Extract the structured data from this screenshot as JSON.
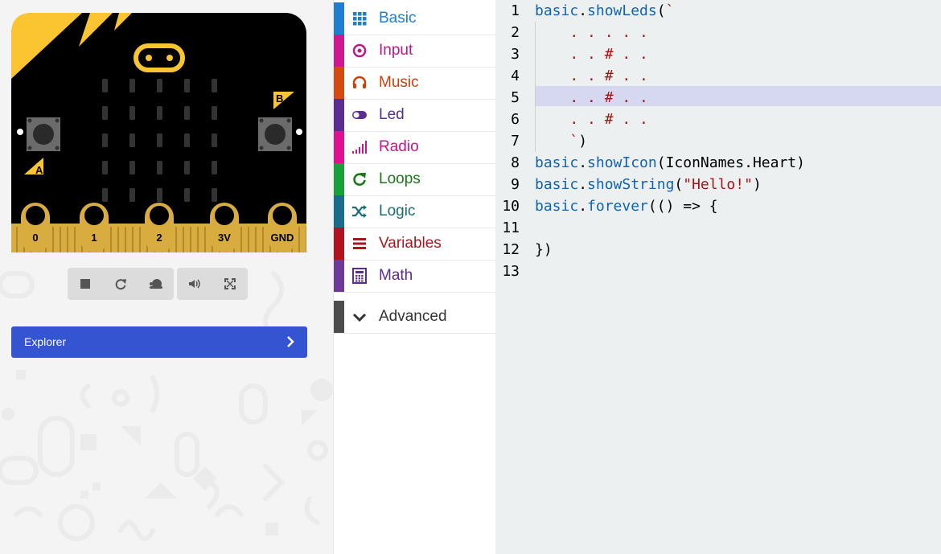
{
  "simulator": {
    "board": {
      "button_a": "A",
      "button_b": "B",
      "pins": [
        "0",
        "1",
        "2",
        "3V",
        "GND"
      ],
      "colors": {
        "body": "#000000",
        "accent": "#fbc531",
        "edge": "#d8ac3e",
        "led_off": "#333333"
      }
    },
    "controls": {
      "stop": "stop-icon",
      "restart": "restart-icon",
      "slow_motion": "snail-icon",
      "mute": "speaker-icon",
      "fullscreen": "fullscreen-icon"
    },
    "explorer": {
      "label": "Explorer",
      "icon": "chevron-right-icon"
    }
  },
  "toolbox": {
    "categories": [
      {
        "id": "basic",
        "label": "Basic",
        "color": "#1e90ff",
        "icon": "grid-icon"
      },
      {
        "id": "input",
        "label": "Input",
        "color": "#d400d4",
        "icon": "target-icon"
      },
      {
        "id": "music",
        "label": "Music",
        "color": "#e63022",
        "icon": "headphones-icon"
      },
      {
        "id": "led",
        "label": "Led",
        "color": "#5c2d91",
        "icon": "toggle-icon"
      },
      {
        "id": "radio",
        "label": "Radio",
        "color": "#e3008c",
        "icon": "signal-bars-icon"
      },
      {
        "id": "loops",
        "label": "Loops",
        "color": "#00aa00",
        "icon": "refresh-icon"
      },
      {
        "id": "logic",
        "label": "Logic",
        "color": "#00a4a6",
        "icon": "shuffle-icon"
      },
      {
        "id": "variables",
        "label": "Variables",
        "color": "#dc143c",
        "icon": "list-icon"
      },
      {
        "id": "math",
        "label": "Math",
        "color": "#9400d3",
        "icon": "calculator-icon"
      }
    ],
    "advanced": {
      "label": "Advanced",
      "color": "#4c4c4c",
      "icon": "chevron-down-icon"
    }
  },
  "editor": {
    "highlighted_line": 5,
    "lines": [
      {
        "n": "1",
        "tokens": [
          {
            "t": "basic",
            "c": "k-obj"
          },
          {
            "t": ".",
            "c": "k-pun"
          },
          {
            "t": "showLeds",
            "c": "k-obj"
          },
          {
            "t": "(",
            "c": "k-pun"
          },
          {
            "t": "`",
            "c": "k-str"
          }
        ]
      },
      {
        "n": "2",
        "tokens": [
          {
            "t": "    . . . . .",
            "c": "k-str"
          }
        ]
      },
      {
        "n": "3",
        "tokens": [
          {
            "t": "    . . # . .",
            "c": "k-str"
          }
        ]
      },
      {
        "n": "4",
        "tokens": [
          {
            "t": "    . . # . .",
            "c": "k-str"
          }
        ]
      },
      {
        "n": "5",
        "tokens": [
          {
            "t": "    . . # . .",
            "c": "k-str"
          }
        ]
      },
      {
        "n": "6",
        "tokens": [
          {
            "t": "    . . # . .",
            "c": "k-str"
          }
        ]
      },
      {
        "n": "7",
        "tokens": [
          {
            "t": "    `",
            "c": "k-str"
          },
          {
            "t": ")",
            "c": "k-pun"
          }
        ]
      },
      {
        "n": "8",
        "tokens": [
          {
            "t": "basic",
            "c": "k-obj"
          },
          {
            "t": ".",
            "c": "k-pun"
          },
          {
            "t": "showIcon",
            "c": "k-obj"
          },
          {
            "t": "(IconNames.Heart)",
            "c": "k-pun"
          }
        ]
      },
      {
        "n": "9",
        "tokens": [
          {
            "t": "basic",
            "c": "k-obj"
          },
          {
            "t": ".",
            "c": "k-pun"
          },
          {
            "t": "showString",
            "c": "k-obj"
          },
          {
            "t": "(",
            "c": "k-pun"
          },
          {
            "t": "\"Hello!\"",
            "c": "k-str"
          },
          {
            "t": ")",
            "c": "k-pun"
          }
        ]
      },
      {
        "n": "10",
        "tokens": [
          {
            "t": "basic",
            "c": "k-obj"
          },
          {
            "t": ".",
            "c": "k-pun"
          },
          {
            "t": "forever",
            "c": "k-obj"
          },
          {
            "t": "(() => {",
            "c": "k-pun"
          }
        ]
      },
      {
        "n": "11",
        "tokens": []
      },
      {
        "n": "12",
        "tokens": [
          {
            "t": "})",
            "c": "k-pun"
          }
        ]
      },
      {
        "n": "13",
        "tokens": []
      }
    ]
  }
}
